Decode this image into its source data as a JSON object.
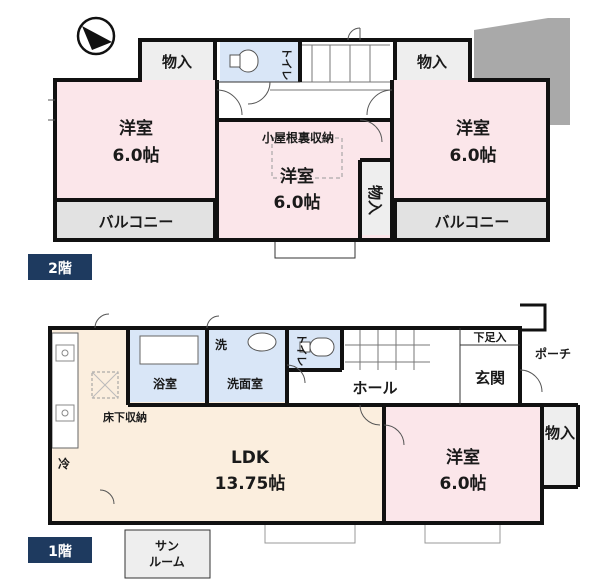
{
  "floor2": {
    "floor_label": "2階",
    "rooms": {
      "storage_top_left": "物入",
      "toilet": "トイレ",
      "storage_top_right": "物入",
      "west_room_name": "洋室",
      "west_room_size": "6.0帖",
      "attic_storage": "小屋根裏収納",
      "center_room_name": "洋室",
      "center_room_size": "6.0帖",
      "storage_side": "物入",
      "east_room_name": "洋室",
      "east_room_size": "6.0帖",
      "balcony_west": "バルコニー",
      "balcony_east": "バルコニー"
    }
  },
  "floor1": {
    "floor_label": "1階",
    "rooms": {
      "wash": "洗",
      "toilet": "トイレ",
      "shoe_storage": "下足入",
      "porch": "ポーチ",
      "bath": "浴室",
      "washroom": "洗面室",
      "hall": "ホール",
      "entrance": "玄関",
      "underfloor_storage": "床下収納",
      "fridge": "冷",
      "ldk_name": "LDK",
      "ldk_size": "13.75帖",
      "room_name": "洋室",
      "room_size": "6.0帖",
      "storage": "物入",
      "sunroom_line1": "サン",
      "sunroom_line2": "ルーム"
    }
  },
  "colors": {
    "western_room": "#fbe6ea",
    "ldk": "#fbeede",
    "wet_area": "#d9e6f7",
    "balcony": "#e2e2e2",
    "shaded_area": "#a9a9a9",
    "floor_label_bg": "#1e3a5f"
  }
}
